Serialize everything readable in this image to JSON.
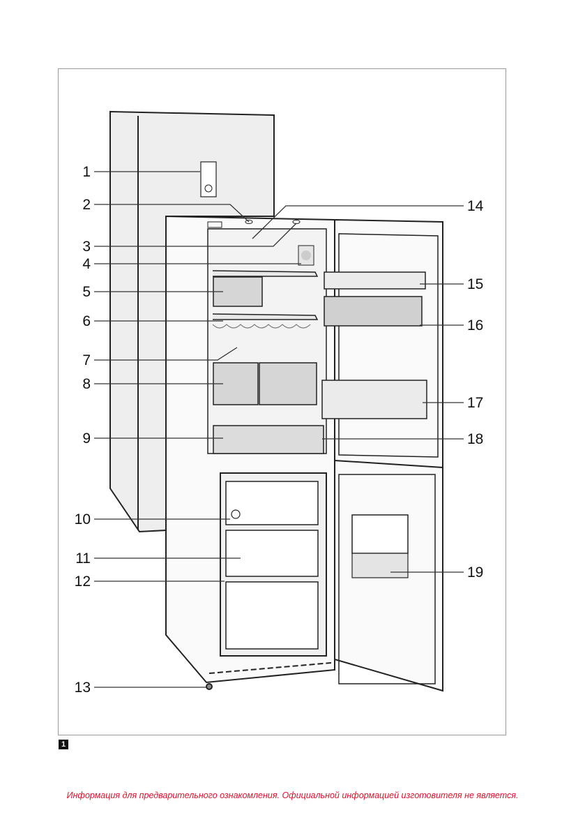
{
  "figure_number": "1",
  "callouts": [
    "1",
    "2",
    "3",
    "4",
    "5",
    "6",
    "7",
    "8",
    "9",
    "10",
    "11",
    "12",
    "13",
    "14",
    "15",
    "16",
    "17",
    "18",
    "19"
  ],
  "disclaimer": "Информация для предварительного ознакомления. Официальной информацией изготовителя не является."
}
